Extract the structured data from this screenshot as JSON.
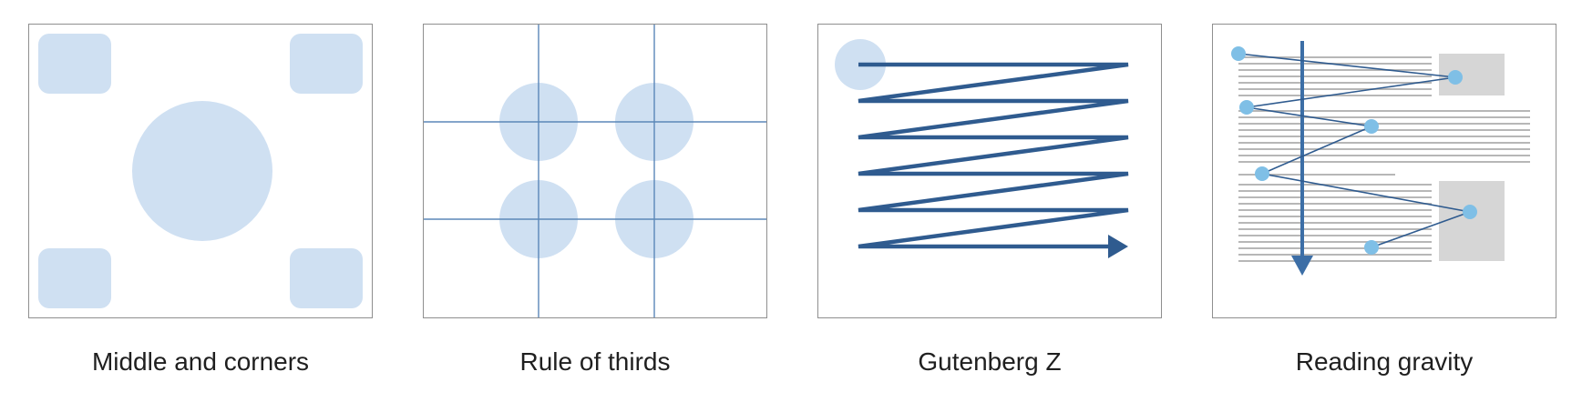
{
  "colors": {
    "soft_blue": "#cfe0f2",
    "dark_blue": "#2f5b8f",
    "mid_blue": "#3c6ea6",
    "dot_blue": "#7fbfe6",
    "text_line_gray": "#b7b7b7",
    "image_block_gray": "#d6d6d6",
    "border_gray": "#8f8f8f"
  },
  "panels": [
    {
      "caption": "Middle and corners"
    },
    {
      "caption": "Rule of thirds"
    },
    {
      "caption": "Gutenberg Z"
    },
    {
      "caption": "Reading gravity"
    }
  ]
}
